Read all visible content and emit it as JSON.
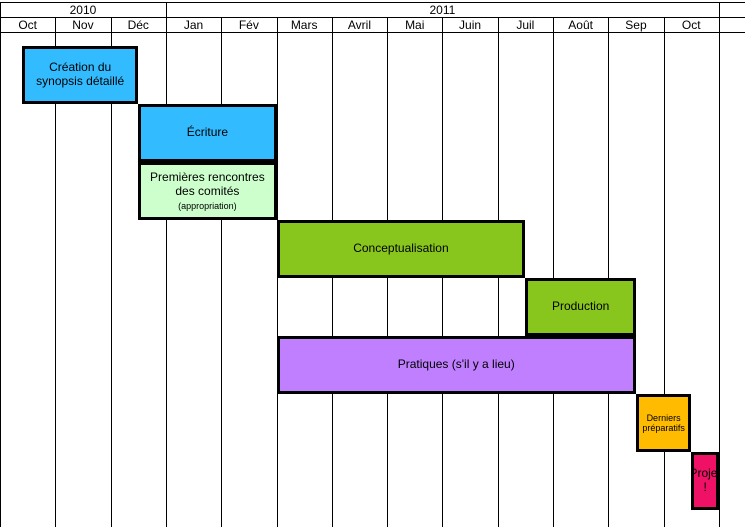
{
  "timeline": {
    "years": [
      {
        "label": "2010",
        "start": 0,
        "span": 3
      },
      {
        "label": "2011",
        "start": 3,
        "span": 10
      }
    ],
    "months": [
      "Oct",
      "Nov",
      "Déc",
      "Jan",
      "Fév",
      "Mars",
      "Avril",
      "Mai",
      "Juin",
      "Juil",
      "Août",
      "Sep",
      "Oct"
    ]
  },
  "tasks": [
    {
      "id": "synopsis",
      "label": "Création du\nsynopsis détaillé",
      "start": 0.4,
      "end": 2.5,
      "color": "#33bbff"
    },
    {
      "id": "ecriture",
      "label": "Écriture",
      "start": 2.5,
      "end": 5.0,
      "color": "#33bbff"
    },
    {
      "id": "rencontres",
      "label": "Premières rencontres\ndes comités",
      "sublabel": "(appropriation)",
      "start": 2.5,
      "end": 5.0,
      "color": "#ccffcc"
    },
    {
      "id": "conceptualisation",
      "label": "Conceptualisation",
      "start": 5.0,
      "end": 9.5,
      "color": "#88c61d"
    },
    {
      "id": "production",
      "label": "Production",
      "start": 9.5,
      "end": 11.5,
      "color": "#88c61d"
    },
    {
      "id": "pratiques",
      "label": "Pratiques (s'il y a lieu)",
      "start": 5.0,
      "end": 11.5,
      "color": "#bf7fff"
    },
    {
      "id": "derniers",
      "label": "Derniers\npréparatifs",
      "start": 11.5,
      "end": 12.5,
      "color": "#ffbb00",
      "small": true
    },
    {
      "id": "projet",
      "label": "Projet !",
      "start": 12.5,
      "end": 13.5,
      "color": "#ee1166"
    }
  ]
}
